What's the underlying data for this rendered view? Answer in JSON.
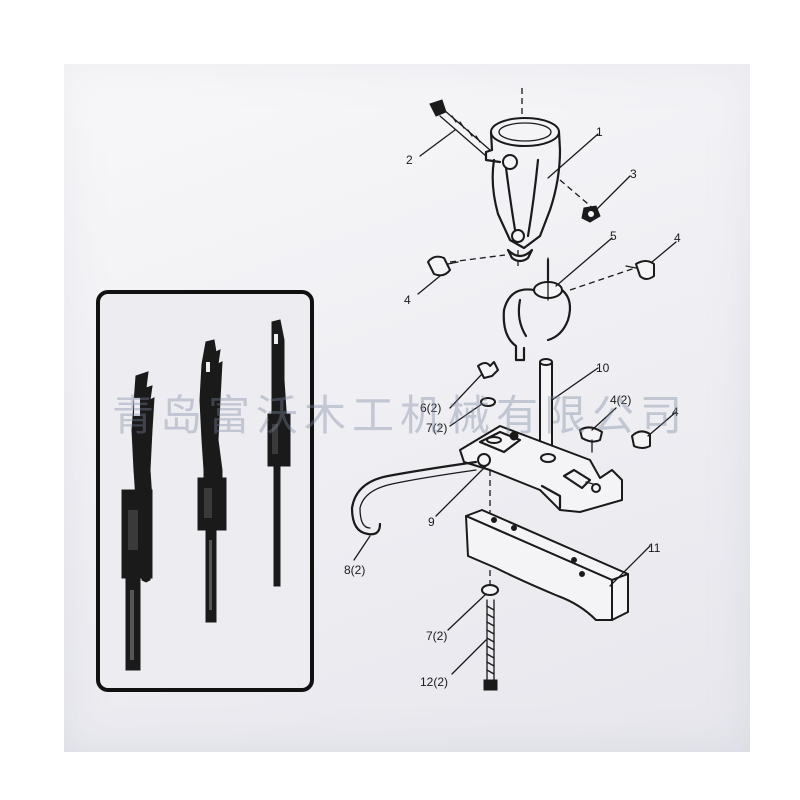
{
  "watermark": "青岛富沃木工机械有限公司",
  "labels": {
    "p1": "1",
    "p2": "2",
    "p3": "3",
    "p4a": "4",
    "p4b": "4",
    "p5": "5",
    "p6": "6(2)",
    "p7a": "7(2)",
    "p10": "10",
    "p4c": "4(2)",
    "p4d": "4",
    "p9": "9",
    "p8": "8(2)",
    "p11": "11",
    "p7b": "7(2)",
    "p12": "12(2)"
  },
  "photo_panel": {
    "bits": [
      {
        "name": "large-chisel-bit"
      },
      {
        "name": "medium-chisel-bit"
      },
      {
        "name": "small-chisel-bit"
      }
    ]
  }
}
